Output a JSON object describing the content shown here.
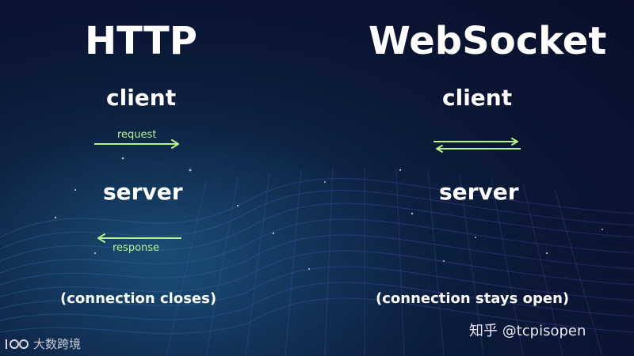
{
  "left": {
    "title": "HTTP",
    "client": "client",
    "server": "server",
    "request_label": "request",
    "response_label": "response",
    "note": "(connection closes)"
  },
  "right": {
    "title": "WebSocket",
    "client": "client",
    "server": "server",
    "note": "(connection stays open)"
  },
  "watermark": {
    "text": "知乎 @tcpisopen"
  },
  "corner_logo": {
    "text": "大数跨境"
  },
  "colors": {
    "arrow": "#b7f28c",
    "text": "#ffffff"
  }
}
